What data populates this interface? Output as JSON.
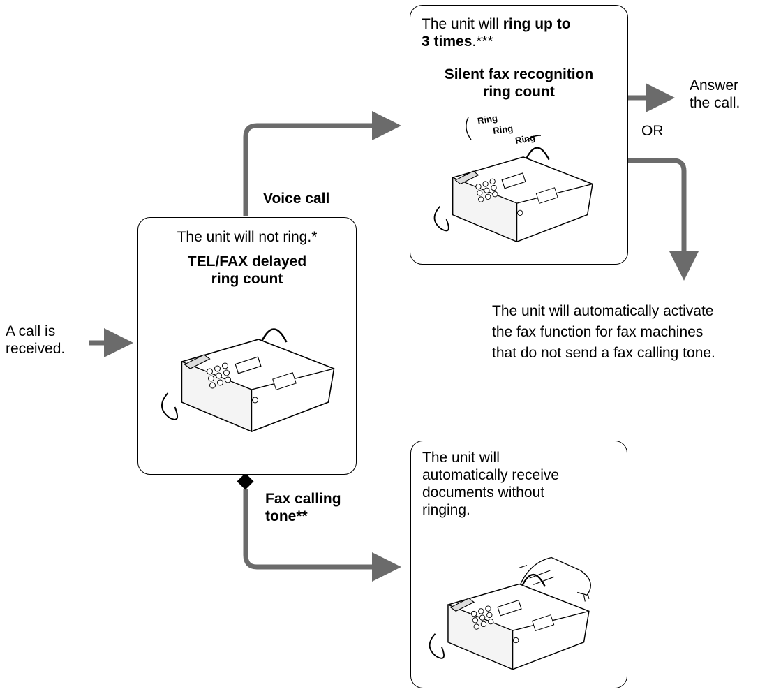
{
  "start": {
    "line1": "A call is",
    "line2": "received."
  },
  "box_delayed": {
    "line1": "The unit will not ring.*",
    "title1": "TEL/FAX delayed",
    "title2": "ring count"
  },
  "label_voice": "Voice call",
  "label_fax_tone": {
    "line1": "Fax calling",
    "line2": "tone**"
  },
  "box_silent": {
    "line1_pre": "The unit will ",
    "line1_bold": "ring up to",
    "line2_bold": "3 times",
    "line2_post": ".***",
    "title1": "Silent fax recognition",
    "title2": "ring count",
    "ring_words": [
      "Ring",
      "Ring",
      "Ring"
    ]
  },
  "answer": {
    "line1": "Answer",
    "line2": "the call."
  },
  "or_label": "OR",
  "auto_activate": {
    "line1": "The unit will automatically activate",
    "line2": "the fax function for fax machines",
    "line3": "that do not send a fax calling tone."
  },
  "box_receive": {
    "line1": "The unit will",
    "line2": "automatically receive",
    "line3": "documents without",
    "line4": "ringing."
  },
  "colors": {
    "arrow": "#6b6b6b",
    "line": "#000000"
  }
}
